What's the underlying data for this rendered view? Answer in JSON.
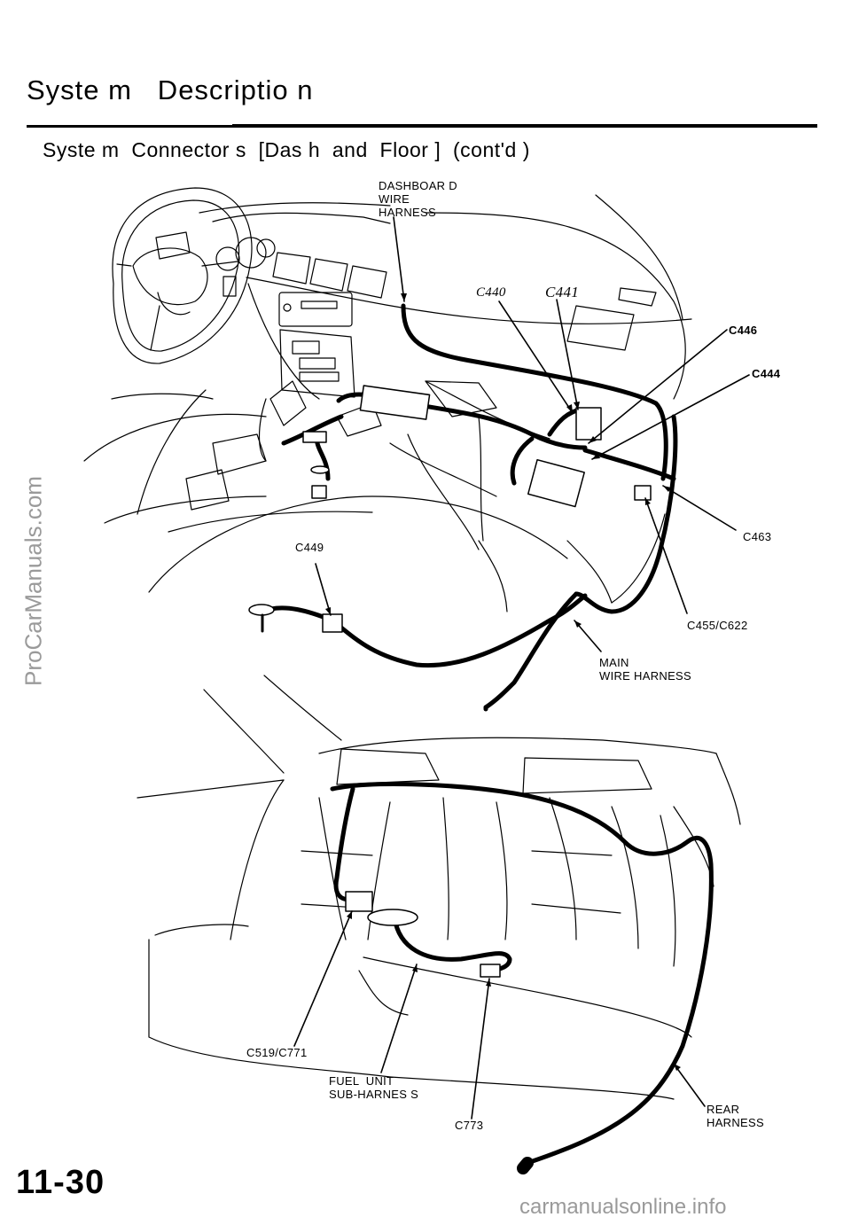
{
  "header": {
    "section_title": "Syste m   Descriptio n",
    "subtitle": "Syste m  Connector s  [Das h  and  Floor ]  (cont'd )"
  },
  "front_callouts": {
    "dashboard_wire_harness": "DASHBOAR D\nWIRE\nHARNESS",
    "c440": "C440",
    "c441": "C441",
    "c446": "C446",
    "c444": "C444",
    "c463": "C463",
    "c449": "C449",
    "c455_c622": "C455/C622",
    "main_wire_harness": "MAIN\nWIRE HARNESS"
  },
  "rear_callouts": {
    "c519_c771": "C519/C771",
    "fuel_unit_sub_harness": "FUEL  UNIT\nSUB-HARNES S",
    "c773": "C773",
    "rear_harness": "REAR\nHARNESS"
  },
  "footer": {
    "page_number": "11-30",
    "watermark_left": "ProCarManuals.com",
    "watermark_bottom": "carmanualsonline.info"
  }
}
